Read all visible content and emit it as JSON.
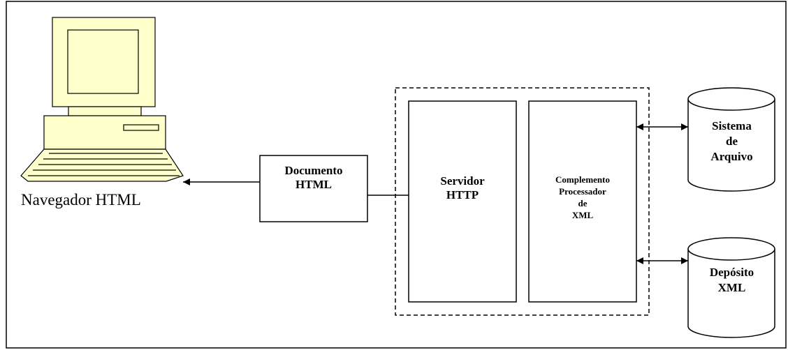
{
  "diagram": {
    "browser_label": "Navegador HTML",
    "document_label": [
      "Documento",
      "HTML"
    ],
    "server_label": [
      "Servidor",
      "HTTP"
    ],
    "plugin_label": [
      "Complemento",
      "Processador",
      "de",
      "XML"
    ],
    "filesystem_label": [
      "Sistema",
      "de",
      "Arquivo"
    ],
    "repository_label": [
      "Depósito",
      "XML"
    ],
    "colors": {
      "computer_fill": "#ffffcc",
      "stroke": "#000000",
      "background": "#ffffff"
    },
    "icons": [
      "computer-icon",
      "database-cylinder-icon"
    ]
  }
}
